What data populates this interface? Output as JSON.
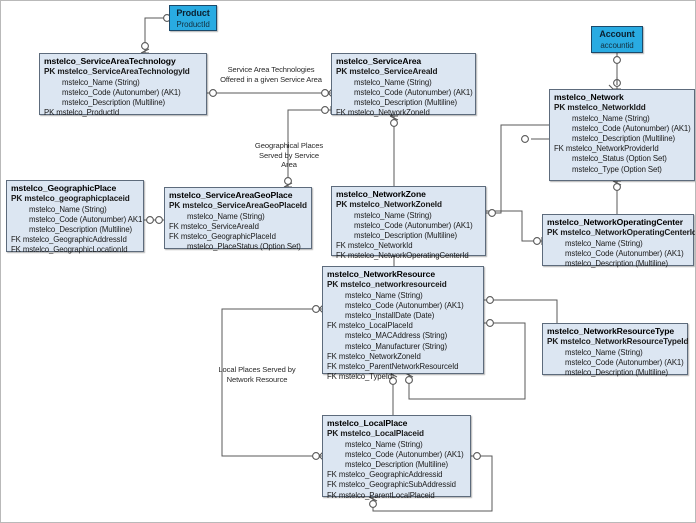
{
  "diagram": {
    "type": "entity-relationship-diagram",
    "background": "#ffffff",
    "entity_fill": "#dce6f2",
    "entity_border": "#5d6b7c",
    "external_fill": "#29abe2",
    "connector_color": "#595959"
  },
  "entities": [
    {
      "id": "service-area-technology",
      "name": "mstelco_ServiceAreaTechnology",
      "pk": "PK mstelco_ServiceAreaTechnologyId",
      "attributes": [
        {
          "kind": "plain",
          "text": "mstelco_Name (String)"
        },
        {
          "kind": "plain",
          "text": "mstelco_Code (Autonumber) (AK1)"
        },
        {
          "kind": "plain",
          "text": "mstelco_Description (Multiline)"
        },
        {
          "kind": "pk",
          "text": "PK mstelco_ProductId"
        }
      ]
    },
    {
      "id": "service-area",
      "name": "mstelco_ServiceArea",
      "pk": "PK mstelco_ServiceAreaId",
      "attributes": [
        {
          "kind": "plain",
          "text": "mstelco_Name (String)"
        },
        {
          "kind": "plain",
          "text": "mstelco_Code (Autonumber) (AK1)"
        },
        {
          "kind": "plain",
          "text": "mstelco_Description (Multiline)"
        },
        {
          "kind": "fk",
          "text": "FK mstelco_NetworkZoneId"
        }
      ]
    },
    {
      "id": "network",
      "name": "mstelco_Network",
      "pk": "PK mstelco_NetworkIdd",
      "attributes": [
        {
          "kind": "plain",
          "text": "mstelco_Name (String)"
        },
        {
          "kind": "plain",
          "text": "mstelco_Code (Autonumber) (AK1)"
        },
        {
          "kind": "plain",
          "text": "mstelco_Description (Multiline)"
        },
        {
          "kind": "fk",
          "text": "FK mstelco_NetworkProviderId"
        },
        {
          "kind": "plain",
          "text": "mstelco_Status (Option Set)"
        },
        {
          "kind": "plain",
          "text": "mstelco_Type (Option Set)"
        }
      ]
    },
    {
      "id": "geographic-place",
      "name": "mstelco_GeographicPlace",
      "pk": "PK mstelco_geographicplaceid",
      "attributes": [
        {
          "kind": "plain",
          "text": "mstelco_Name (String)"
        },
        {
          "kind": "plain",
          "text": "mstelco_Code (Autonumber) AK1"
        },
        {
          "kind": "plain",
          "text": "mstelco_Description (Multiline)"
        },
        {
          "kind": "fk",
          "text": "FK mstelco_GeographicAddressId"
        },
        {
          "kind": "fk",
          "text": "FK mstelco_GeographicLocationId"
        }
      ]
    },
    {
      "id": "service-area-geo-place",
      "name": "mstelco_ServiceAreaGeoPlace",
      "pk": "PK mstelco_ServiceAreaGeoPlaceId",
      "attributes": [
        {
          "kind": "plain",
          "text": "mstelco_Name (String)"
        },
        {
          "kind": "fk",
          "text": "FK mstelco_ServiceAreaId"
        },
        {
          "kind": "fk",
          "text": "FK mstelco_GeographicPlaceId"
        },
        {
          "kind": "plain",
          "text": "mstelco_PlaceStatus (Option Set)"
        }
      ]
    },
    {
      "id": "network-zone",
      "name": "mstelco_NetworkZone",
      "pk": "PK mstelco_NetworkZoneId",
      "attributes": [
        {
          "kind": "plain",
          "text": "mstelco_Name (String)"
        },
        {
          "kind": "plain",
          "text": "mstelco_Code (Autonumber) (AK1)"
        },
        {
          "kind": "plain",
          "text": "mstelco_Description (Multiline)"
        },
        {
          "kind": "fk",
          "text": "FK mstelco_NetworkId"
        },
        {
          "kind": "fk",
          "text": "FK mstelco_NetworkOperatingCenterId"
        }
      ]
    },
    {
      "id": "network-operating-center",
      "name": "mstelco_NetworkOperatingCenter",
      "pk": "PK mstelco_NetworkOperatingCenterId",
      "attributes": [
        {
          "kind": "plain",
          "text": "mstelco_Name (String)"
        },
        {
          "kind": "plain",
          "text": "mstelco_Code (Autonumber) (AK1)"
        },
        {
          "kind": "plain",
          "text": "mstelco_Description (Multiline)"
        }
      ]
    },
    {
      "id": "network-resource",
      "name": "mstelco_NetworkResource",
      "pk": "PK mstelco_networkresourceid",
      "attributes": [
        {
          "kind": "plain",
          "text": "mstelco_Name (String)"
        },
        {
          "kind": "plain",
          "text": "mstelco_Code (Autonumber) (AK1)"
        },
        {
          "kind": "plain",
          "text": "mstelco_InstallDate (Date)"
        },
        {
          "kind": "fk",
          "text": "FK mstelco_LocalPlaceId"
        },
        {
          "kind": "plain",
          "text": "mstelco_MACAddress (String)"
        },
        {
          "kind": "plain",
          "text": "mstelco_Manufacturer (String)"
        },
        {
          "kind": "fk",
          "text": "FK mstelco_NetworkZoneId"
        },
        {
          "kind": "fk",
          "text": "FK mstelco_ParentNetworkResourceId"
        },
        {
          "kind": "fk",
          "text": "FK mstelco_TypeId"
        }
      ]
    },
    {
      "id": "network-resource-type",
      "name": "mstelco_NetworkResourceType",
      "pk": "PK mstelco_NetworkResourceTypeId",
      "attributes": [
        {
          "kind": "plain",
          "text": "mstelco_Name (String)"
        },
        {
          "kind": "plain",
          "text": "mstelco_Code (Autonumber) (AK1)"
        },
        {
          "kind": "plain",
          "text": "mstelco_Description (Multiline)"
        }
      ]
    },
    {
      "id": "local-place",
      "name": "mstelco_LocalPlace",
      "pk": "PK mstelco_LocalPlaceid",
      "attributes": [
        {
          "kind": "plain",
          "text": "mstelco_Name (String)"
        },
        {
          "kind": "plain",
          "text": "mstelco_Code (Autonumber) (AK1)"
        },
        {
          "kind": "plain",
          "text": "mstelco_Description (Multiline)"
        },
        {
          "kind": "fk",
          "text": "FK mstelco_GeographicAddressid"
        },
        {
          "kind": "fk",
          "text": "FK mstelco_GeographicSubAddressid"
        },
        {
          "kind": "fk",
          "text": "FK mstelco_ParentLocalPlaceid"
        }
      ]
    }
  ],
  "external_entities": [
    {
      "id": "product",
      "name": "Product",
      "key": "ProductId"
    },
    {
      "id": "account",
      "name": "Account",
      "key": "accountid"
    }
  ],
  "connector_labels": [
    {
      "id": "service-area-technologies",
      "text": "Service Area Technologies\nOffered in a given Service Area"
    },
    {
      "id": "geographical-places",
      "text": "Geographical Places\nServed by Service\nArea"
    },
    {
      "id": "local-places",
      "text": "Local Places Served by\nNetwork Resource"
    }
  ]
}
